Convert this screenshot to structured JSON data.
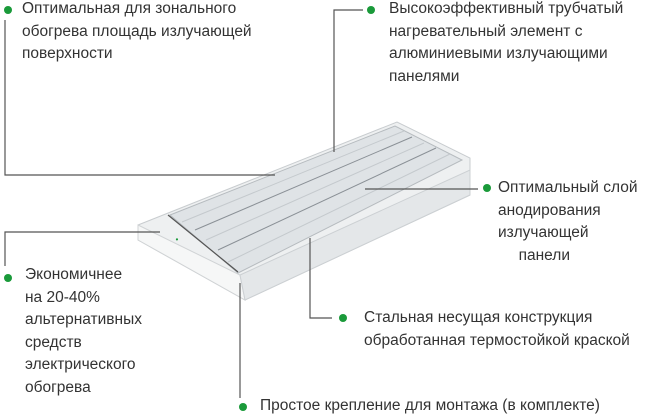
{
  "colors": {
    "dot": "#1a9a3a",
    "line": "#555555"
  },
  "callouts": [
    {
      "id": "area",
      "lines": [
        "Оптимальная для зонального",
        "обогрева площадь излучающей",
        "поверхности"
      ]
    },
    {
      "id": "element",
      "lines": [
        "Высокоэффективный трубчатый",
        "нагревательный элемент с",
        "алюминиевыми излучающими",
        "панелями"
      ]
    },
    {
      "id": "anodizing",
      "lines": [
        "Оптимальный слой",
        "анодирования",
        "излучающей",
        "панели"
      ]
    },
    {
      "id": "economy",
      "lines": [
        "Экономичнее",
        "на 20-40%",
        "альтернативных",
        "средств",
        "электрического",
        "обогрева"
      ]
    },
    {
      "id": "steel",
      "lines": [
        "Стальная несущая конструкция",
        "обработанная термостойкой краской"
      ]
    },
    {
      "id": "mount",
      "lines": [
        "Простое крепление для монтажа (в комплекте)"
      ]
    }
  ]
}
